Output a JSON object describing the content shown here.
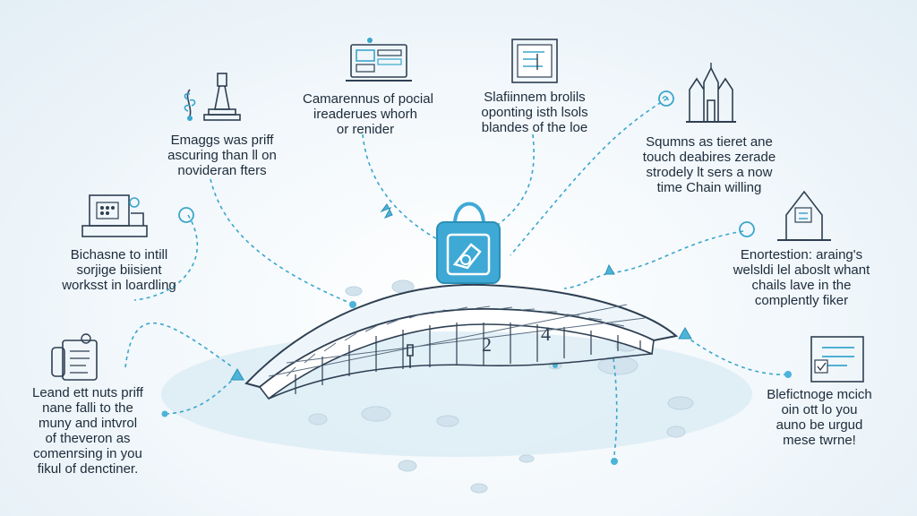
{
  "labels": [
    {
      "id": "top-left",
      "lines": [
        "Emaggs was priff",
        "ascuring than ll on",
        "novideran fters"
      ]
    },
    {
      "id": "top-center-left",
      "lines": [
        "Camarennus of pocial",
        "ireaderues whorh",
        "or renider"
      ]
    },
    {
      "id": "top-center-right",
      "lines": [
        "Slafiinnem brolils",
        "oponting isth lsols",
        "blandes of the loe"
      ]
    },
    {
      "id": "top-right",
      "lines": [
        "Squmns as tieret ane",
        "touch deabires zerade",
        "strodely lt sers a now",
        "time Chain willing"
      ]
    },
    {
      "id": "mid-left",
      "lines": [
        "Bichasne to intill",
        "sorjige biisient",
        "worksst in loardling"
      ]
    },
    {
      "id": "mid-right",
      "lines": [
        "Enortestion: araing's",
        "welsldi lel aboslt whant",
        "chails lave in the",
        "complently fiker"
      ]
    },
    {
      "id": "bottom-left",
      "lines": [
        "Leand ett nuts priff",
        "nane falli to the",
        "muny and intvrol",
        "of theveron as",
        "comenrsing in you",
        "fikul of denctiner."
      ]
    },
    {
      "id": "bottom-right",
      "lines": [
        "Blefictnoge mcich",
        "oin ott lo you",
        "auno be urgud",
        "mese twrne!"
      ]
    }
  ],
  "bridge_numbers": [
    "2",
    "4"
  ],
  "colors": {
    "accent": "#3aa6cc",
    "hub": "#3fa9d6",
    "ink": "#2e3f52"
  },
  "icons": [
    "pawn-icon",
    "plant-icon",
    "dashboard-icon",
    "framed-chart-icon",
    "castle-icon",
    "scanner-icon",
    "house-icon",
    "document-icon",
    "shopping-bag-icon",
    "bridge-icon"
  ]
}
